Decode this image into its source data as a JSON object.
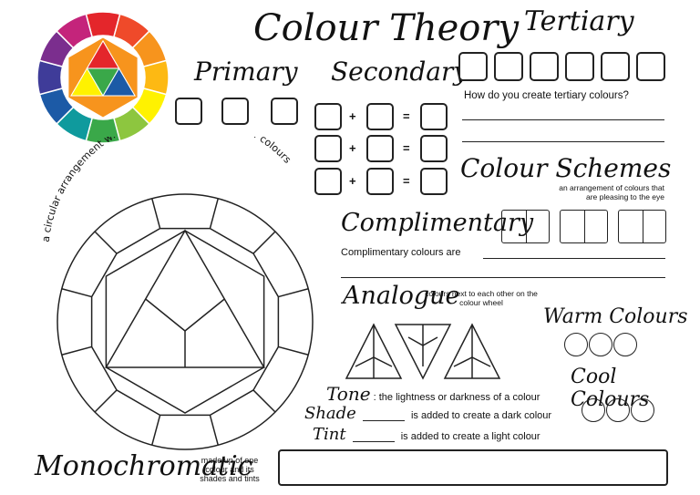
{
  "title": "Colour Theory",
  "headings": {
    "primary": "Primary",
    "secondary": "Secondary",
    "tertiary": "Tertiary",
    "colour_schemes": "Colour Schemes",
    "complimentary": "Complimentary",
    "analogue": "Analogue",
    "warm": "Warm Colours",
    "cool": "Cool Colours",
    "monochromatic": "Monochromatic",
    "tone": "Tone",
    "shade": "Shade",
    "tint": "Tint"
  },
  "texts": {
    "tertiary_question": "How do you create tertiary colours?",
    "schemes_desc": "an arrangement of colours that are pleasing to the eye",
    "complimentary_desc": "Complimentary colours are",
    "analogue_desc": "colours next to each other on the colour wheel",
    "tone_desc": ": the lightness or darkness of a colour",
    "shade_desc": "is added to create a dark colour",
    "tint_desc": "is added to create a light colour",
    "mono_desc": "made up of one colour and its shades and tints",
    "wheel_arc": "a circular arrangement which shows the relationship of colours"
  },
  "symbols": {
    "plus": "+",
    "equals": "="
  },
  "colours": {
    "red": "#e4262b",
    "red_orange": "#ef4a2a",
    "orange": "#f7941d",
    "yellow_orange": "#fdb913",
    "yellow": "#fff200",
    "yellow_green": "#8dc63f",
    "green": "#3aa849",
    "blue_green": "#0f9a9d",
    "blue": "#1c5aa6",
    "blue_violet": "#3f3c99",
    "violet": "#7b2e8e",
    "red_violet": "#c4247b"
  }
}
